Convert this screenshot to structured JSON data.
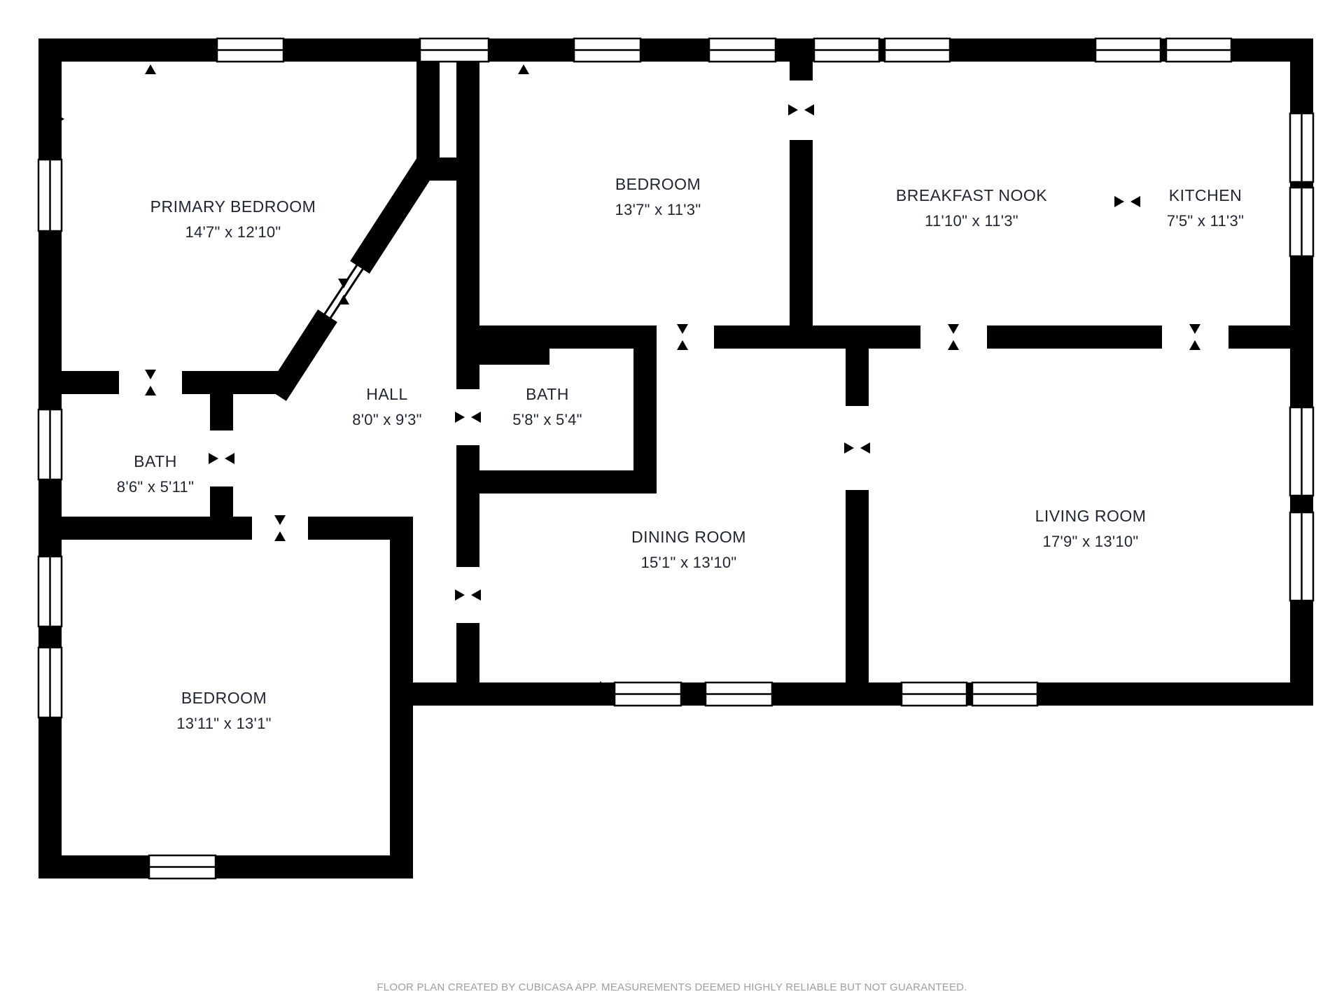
{
  "rooms": [
    {
      "id": "primary-bedroom",
      "name": "PRIMARY BEDROOM",
      "dims": "14'7\" x 12'10\""
    },
    {
      "id": "bedroom-top",
      "name": "BEDROOM",
      "dims": "13'7\" x 11'3\""
    },
    {
      "id": "breakfast-nook",
      "name": "BREAKFAST NOOK",
      "dims": "11'10\" x 11'3\""
    },
    {
      "id": "kitchen",
      "name": "KITCHEN",
      "dims": "7'5\" x 11'3\""
    },
    {
      "id": "hall",
      "name": "HALL",
      "dims": "8'0\" x 9'3\""
    },
    {
      "id": "bath-center",
      "name": "BATH",
      "dims": "5'8\" x 5'4\""
    },
    {
      "id": "bath-left",
      "name": "BATH",
      "dims": "8'6\" x 5'11\""
    },
    {
      "id": "dining-room",
      "name": "DINING ROOM",
      "dims": "15'1\" x 13'10\""
    },
    {
      "id": "living-room",
      "name": "LIVING ROOM",
      "dims": "17'9\" x 13'10\""
    },
    {
      "id": "bedroom-bottom",
      "name": "BEDROOM",
      "dims": "13'11\" x 13'1\""
    }
  ],
  "footer": "FLOOR PLAN CREATED BY CUBICASA APP. MEASUREMENTS DEEMED HIGHLY RELIABLE BUT NOT GUARANTEED.",
  "colors": {
    "wall": "#000000",
    "background": "#ffffff",
    "label_text": "#1f2430",
    "footer_text": "#9e9e9e"
  }
}
